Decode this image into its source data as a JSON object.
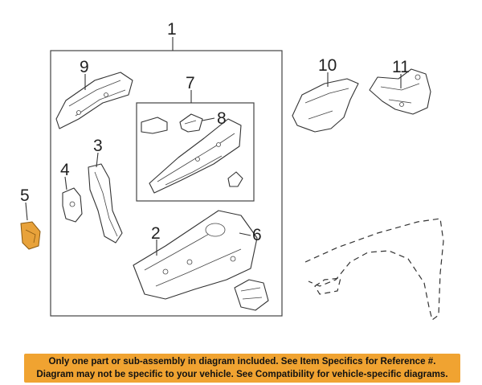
{
  "diagram": {
    "callouts": [
      "1",
      "2",
      "3",
      "4",
      "5",
      "6",
      "7",
      "8",
      "9",
      "10",
      "11"
    ],
    "highlight_color": "#e8a23a"
  },
  "notice": {
    "line1": "Only one part or sub-assembly in diagram included. See Item Specifics for Reference #.",
    "line2": "Diagram may not be specific to your vehicle. See Compatibility for vehicle-specific diagrams.",
    "background_color": "#f0a331"
  }
}
